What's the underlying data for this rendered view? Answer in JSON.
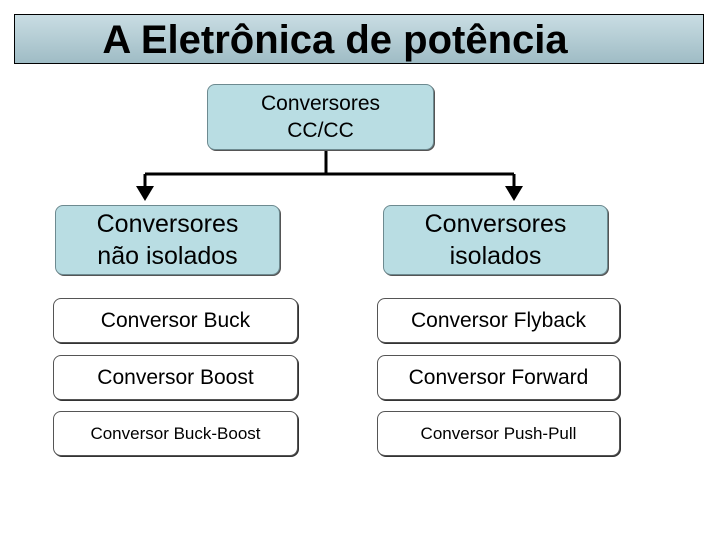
{
  "title": "A Eletrônica de potência",
  "root": "Conversores CC/CC",
  "root_lines": [
    "Conversores",
    "CC/CC"
  ],
  "left_branch": {
    "lines": [
      "Conversores",
      "não isolados"
    ],
    "items": [
      "Conversor Buck",
      "Conversor Boost",
      "Conversor Buck-Boost"
    ]
  },
  "right_branch": {
    "lines": [
      "Conversores",
      "isolados"
    ],
    "items": [
      "Conversor Flyback",
      "Conversor Forward",
      "Conversor Push-Pull"
    ]
  },
  "colors": {
    "node_fill": "#b9dde3",
    "title_fill": "#a8c4cc",
    "leaf_fill": "#ffffff"
  }
}
